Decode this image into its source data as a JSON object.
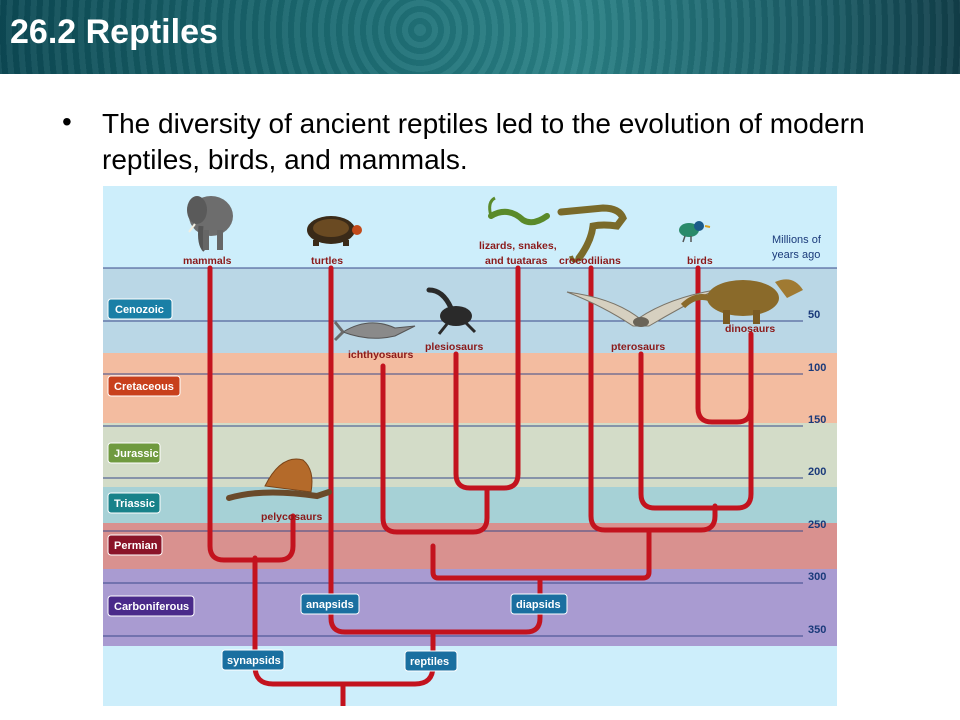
{
  "slide": {
    "title": "26.2 Reptiles",
    "bullet": "The diversity of ancient reptiles led to the evolution of modern reptiles, birds, and mammals."
  },
  "diagram": {
    "axis_label_line1": "Millions of",
    "axis_label_line2": "years ago",
    "ticks": [
      "50",
      "100",
      "150",
      "200",
      "250",
      "300",
      "350"
    ],
    "eras": {
      "cenozoic": "Cenozoic",
      "cretaceous": "Cretaceous",
      "jurassic": "Jurassic",
      "triassic": "Triassic",
      "permian": "Permian",
      "carboniferous": "Carboniferous"
    },
    "groups": {
      "mammals": "mammals",
      "turtles": "turtles",
      "lizards_line1": "lizards, snakes,",
      "lizards_line2": "and tuataras",
      "crocodilians": "crocodilians",
      "birds": "birds",
      "ichthyosaurs": "ichthyosaurs",
      "plesiosaurs": "plesiosaurs",
      "pterosaurs": "pterosaurs",
      "dinosaurs": "dinosaurs",
      "pelycosaurs": "pelycosaurs"
    },
    "clades": {
      "anapsids": "anapsids",
      "diapsids": "diapsids",
      "synapsids": "synapsids",
      "reptiles": "reptiles"
    },
    "colors": {
      "branch": "#c3131e",
      "era_box": "#1a7fa6",
      "cretaceous_box": "#c8401c",
      "jurassic_box": "#6f9a3f",
      "triassic_box": "#18828a",
      "permian_box": "#8a1428",
      "carboniferous_box": "#4a2a8a",
      "clade_box": "#1a6fa0"
    }
  }
}
